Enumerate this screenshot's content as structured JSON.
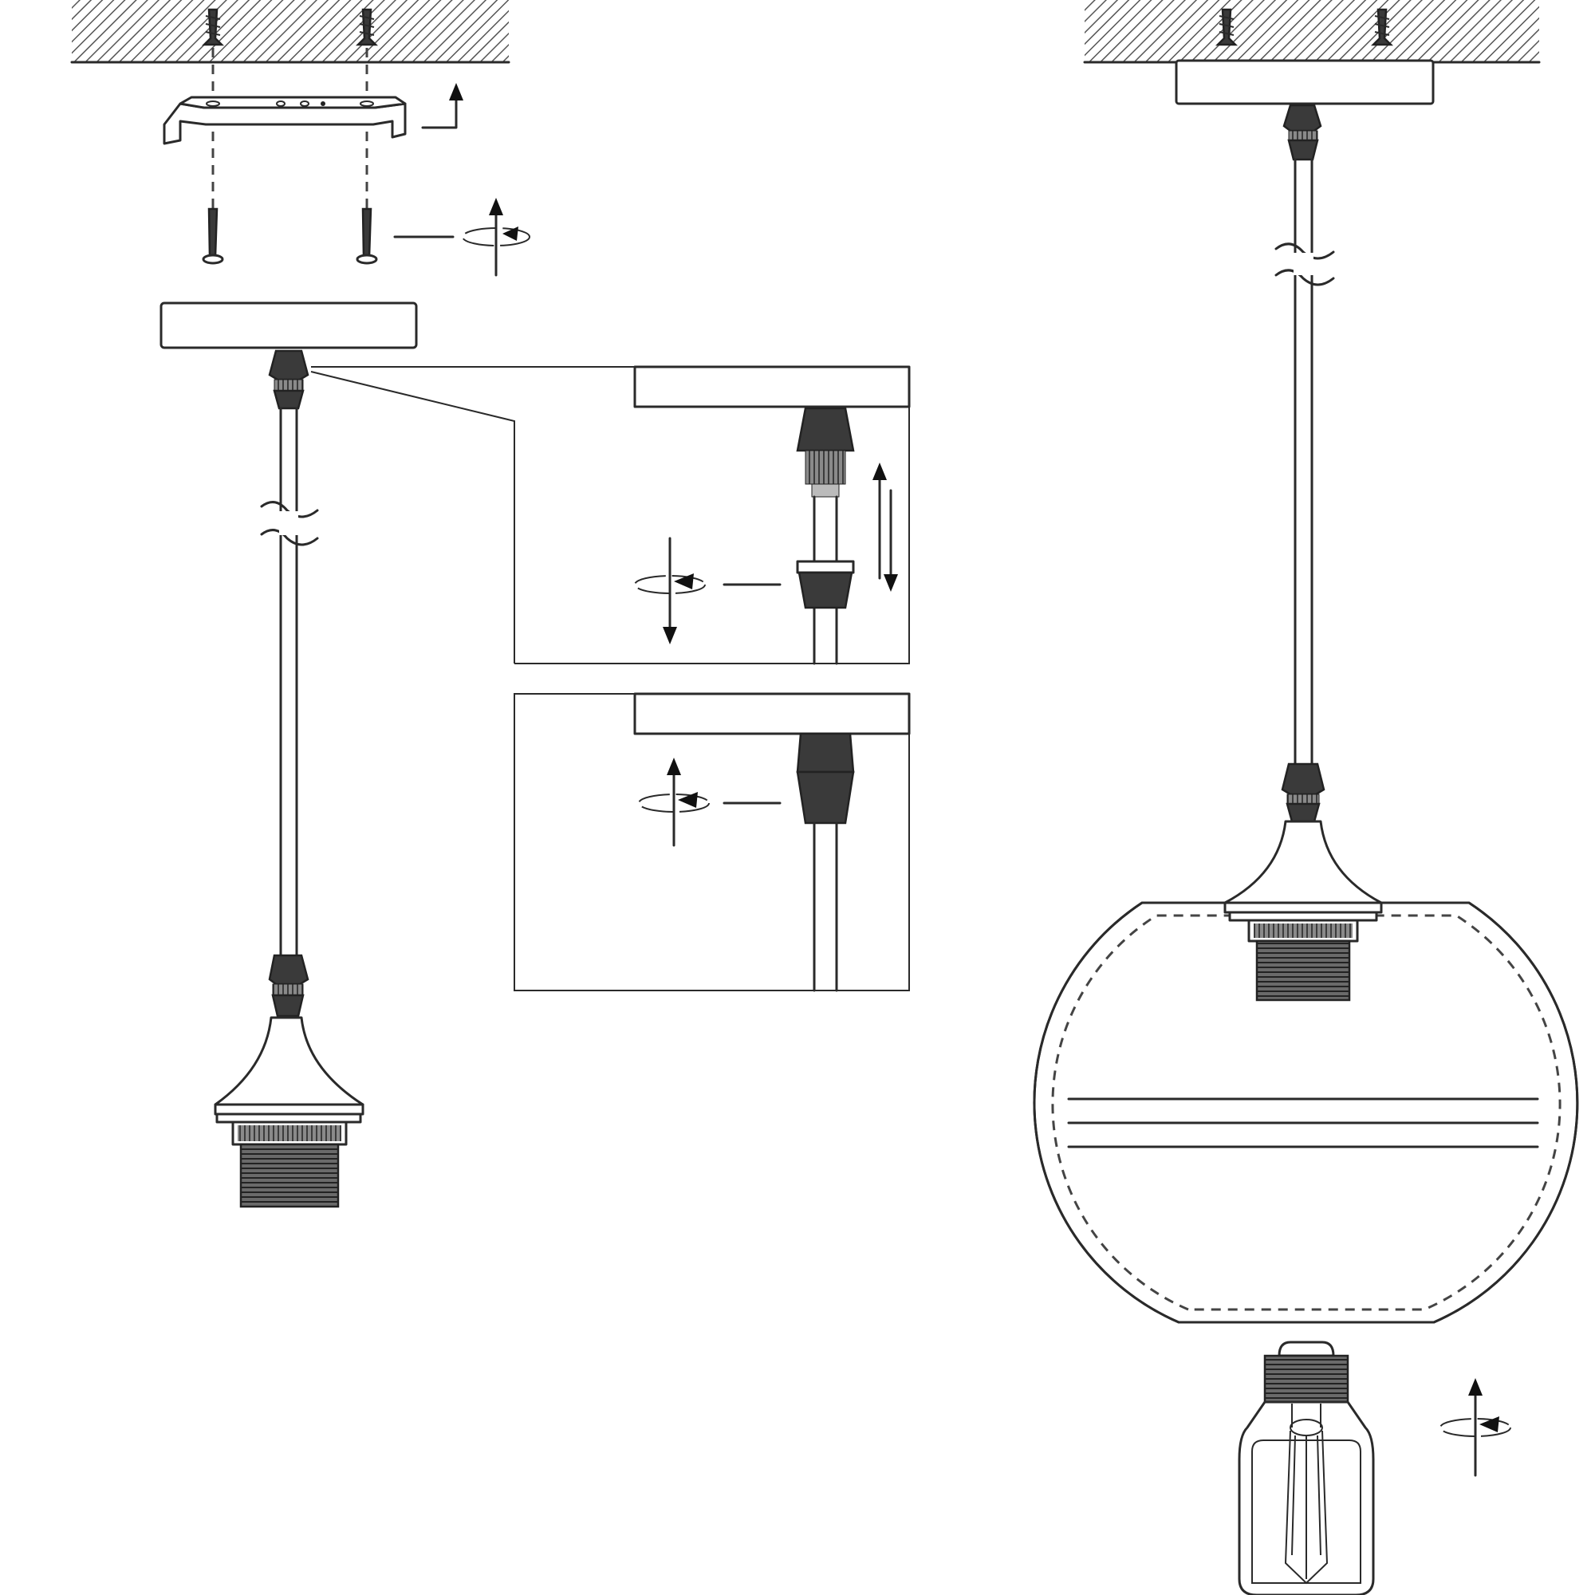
{
  "diagram": {
    "kind": "installation-instructions",
    "steps": [
      {
        "name": "fix-bracket-to-ceiling"
      },
      {
        "name": "screw-canopy-to-bracket"
      },
      {
        "name": "adjust-cable-grip"
      },
      {
        "name": "tighten-cable-grip"
      },
      {
        "name": "attach-shade-and-bulb"
      }
    ],
    "icons": [
      "screw-icon",
      "bracket-icon",
      "rotate-arrow-icon",
      "up-arrow-icon",
      "cable-grip-icon",
      "lamp-holder-icon",
      "bulb-icon",
      "globe-shade-icon"
    ],
    "colors": {
      "line": "#2a2a2a",
      "dark_part": "#3a3a3a",
      "background": "#ffffff"
    },
    "text_labels": []
  }
}
